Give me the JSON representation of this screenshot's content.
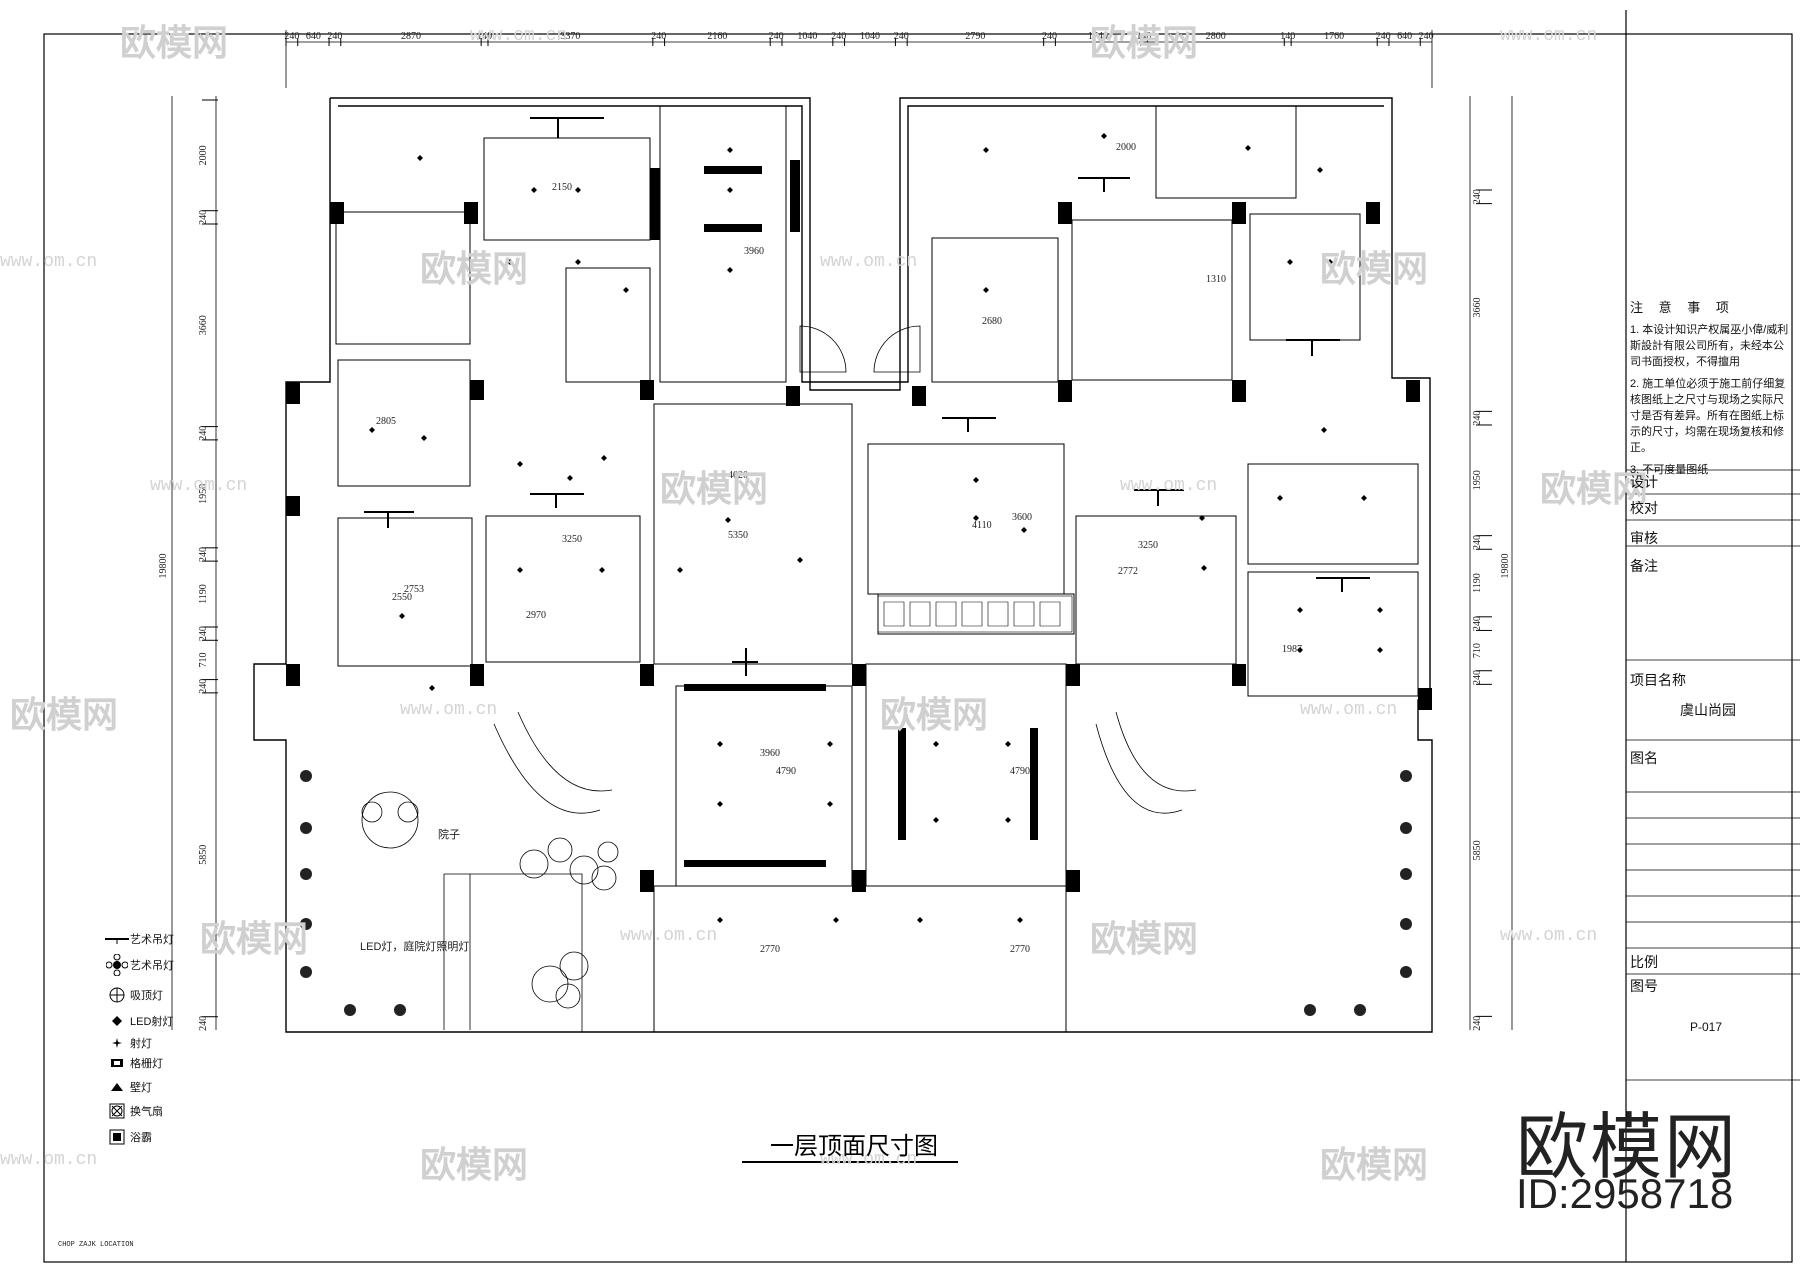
{
  "title_block": {
    "notes_title": "注 意 事 项",
    "notes": [
      "1. 本设计知识产权属巫小偉/威利斯設計有限公司所有，未经本公司书面授权，不得擅用",
      "2. 施工单位必须于施工前仔细复核图纸上之尺寸与现场之实际尺寸是否有差异。所有在图纸上标示的尺寸，均需在现场复核和修正。",
      "3. 不可度量图纸"
    ],
    "design_label": "设计",
    "check_label": "校对",
    "review_label": "审核",
    "remarks_label": "备注",
    "project_name_label": "项目名称",
    "project_name": "虞山尚园",
    "drawing_name_label": "图名",
    "scale_label": "比例",
    "drawing_number_label": "图号",
    "drawing_number": "P-017"
  },
  "drawing_title": "一层顶面尺寸图",
  "legend": [
    {
      "icon": "art-pendant-linear-icon",
      "label": "艺术吊灯"
    },
    {
      "icon": "art-pendant-icon",
      "label": "艺术吊灯"
    },
    {
      "icon": "ceiling-lamp-icon",
      "label": "吸顶灯"
    },
    {
      "icon": "led-spotlight-icon",
      "label": "LED射灯"
    },
    {
      "icon": "downlight-icon",
      "label": "射灯"
    },
    {
      "icon": "grille-light-icon",
      "label": "格栅灯"
    },
    {
      "icon": "wall-lamp-icon",
      "label": "壁灯"
    },
    {
      "icon": "exhaust-fan-icon",
      "label": "换气扇"
    },
    {
      "icon": "bath-heater-icon",
      "label": "浴霸"
    }
  ],
  "top_dimensions": [
    "240",
    "640",
    "240",
    "2870",
    "140",
    "3370",
    "240",
    "2160",
    "240",
    "1040",
    "240",
    "1040",
    "240",
    "2790",
    "240",
    "1740",
    "140",
    "2800",
    "140",
    "1760",
    "240",
    "640",
    "240"
  ],
  "left_dimensions": [
    "2000",
    "240",
    "3660",
    "240",
    "1950",
    "240",
    "1190",
    "240",
    "710",
    "240",
    "5850",
    "240"
  ],
  "right_dimensions": [
    "240",
    "3660",
    "240",
    "1950",
    "240",
    "1190",
    "240",
    "710",
    "240",
    "5850",
    "240"
  ],
  "overall_dimension": "19800",
  "room_dimensions": [
    "2150",
    "3960",
    "2680",
    "2000",
    "1310",
    "3250",
    "2970",
    "4020",
    "5350",
    "4110",
    "3600",
    "3250",
    "2772",
    "3960",
    "4790",
    "4790",
    "2770",
    "2770",
    "2550",
    "2753",
    "1987",
    "2805"
  ],
  "annotations": {
    "courtyard_note": "LED灯，庭院灯照明灯",
    "corner_note": "CHOP ZAJK LOCATION",
    "terrace_label": "院子"
  },
  "watermark": {
    "brand": "欧模网",
    "id": "ID:2958718",
    "site": "www.om.cn"
  }
}
